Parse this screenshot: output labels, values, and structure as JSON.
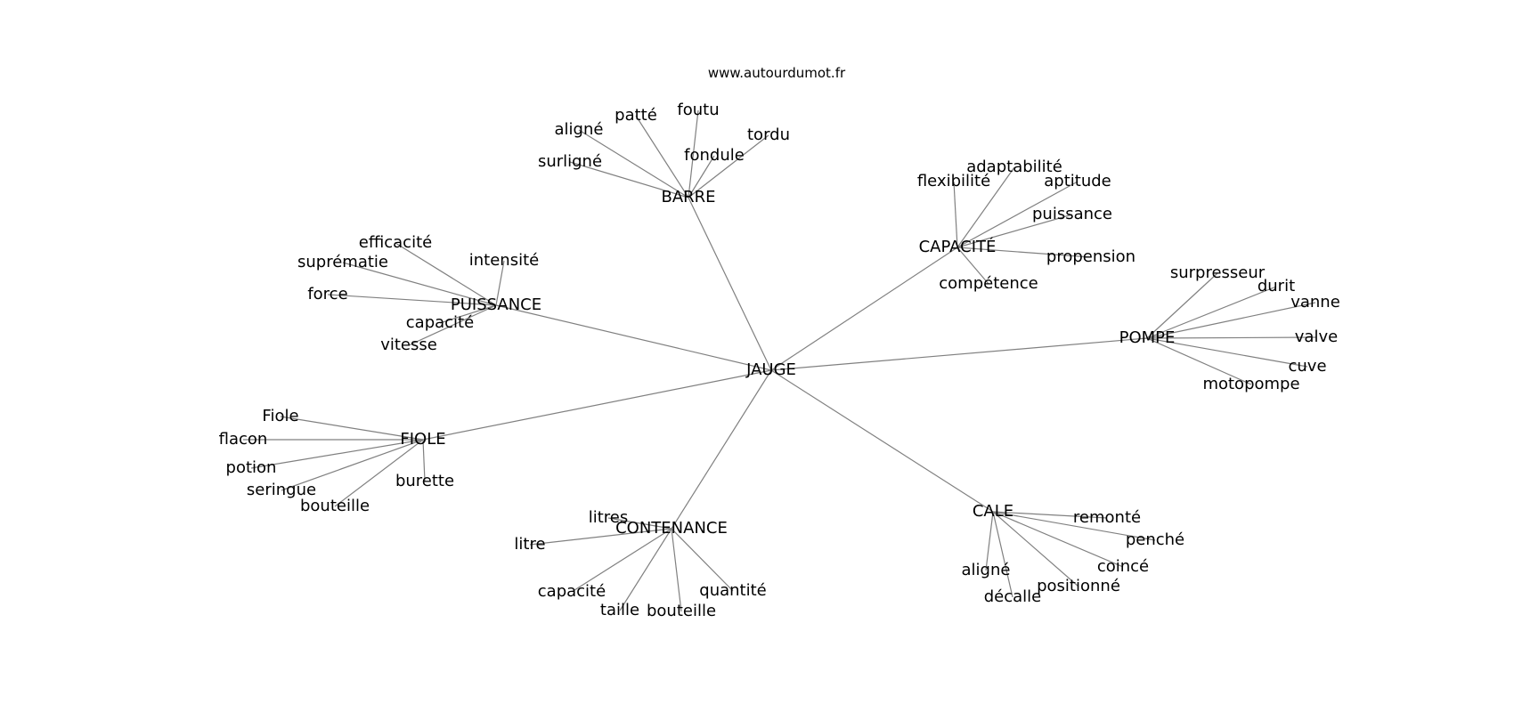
{
  "site": "www.autourdumot.fr",
  "center": "JAUGE",
  "groups": [
    {
      "hub": "BARRE",
      "leaves": [
        "aligné",
        "patté",
        "foutu",
        "tordu",
        "surligné",
        "fondule"
      ]
    },
    {
      "hub": "CAPACITÉ",
      "leaves": [
        "flexibilité",
        "adaptabilité",
        "aptitude",
        "puissance",
        "propension",
        "compétence"
      ]
    },
    {
      "hub": "PUISSANCE",
      "leaves": [
        "efficacité",
        "suprématie",
        "intensité",
        "force",
        "capacité",
        "vitesse"
      ]
    },
    {
      "hub": "POMPE",
      "leaves": [
        "surpresseur",
        "durit",
        "vanne",
        "valve",
        "cuve",
        "motopompe"
      ]
    },
    {
      "hub": "FIOLE",
      "leaves": [
        "Fiole",
        "flacon",
        "potion",
        "seringue",
        "bouteille",
        "burette"
      ]
    },
    {
      "hub": "CONTENANCE",
      "leaves": [
        "litres",
        "litre",
        "capacité",
        "taille",
        "bouteille",
        "quantité"
      ]
    },
    {
      "hub": "CALE",
      "leaves": [
        "remonté",
        "penché",
        "coincé",
        "positionné",
        "décalle",
        "aligné"
      ]
    }
  ]
}
